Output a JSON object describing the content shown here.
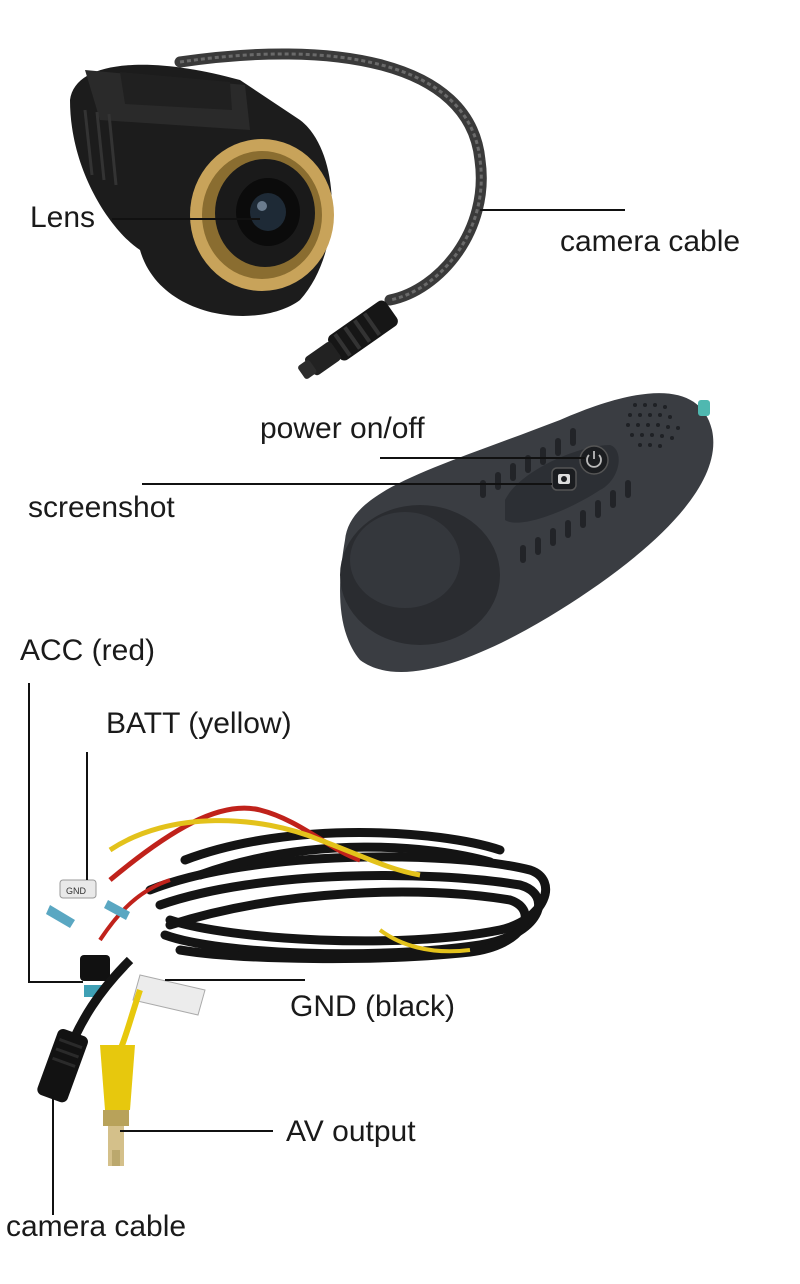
{
  "labels": {
    "lens": "Lens",
    "camera_cable_top": "camera cable",
    "power": "power on/off",
    "screenshot": "screenshot",
    "acc": "ACC (red)",
    "batt": "BATT (yellow)",
    "gnd": "GND (black)",
    "av_output": "AV output",
    "camera_cable_bottom": "camera cable"
  },
  "tags": {
    "gnd_tag": "GND"
  },
  "colors": {
    "camera_body": "#1c1c1c",
    "lens_ring": "#c8a35a",
    "remote_body": "#3a3d42",
    "wire_red": "#c0221b",
    "wire_yellow": "#e3c21b",
    "wire_black": "#141414",
    "rca_yellow": "#e7c80d"
  },
  "icons": [
    "power-icon",
    "camera-icon"
  ]
}
